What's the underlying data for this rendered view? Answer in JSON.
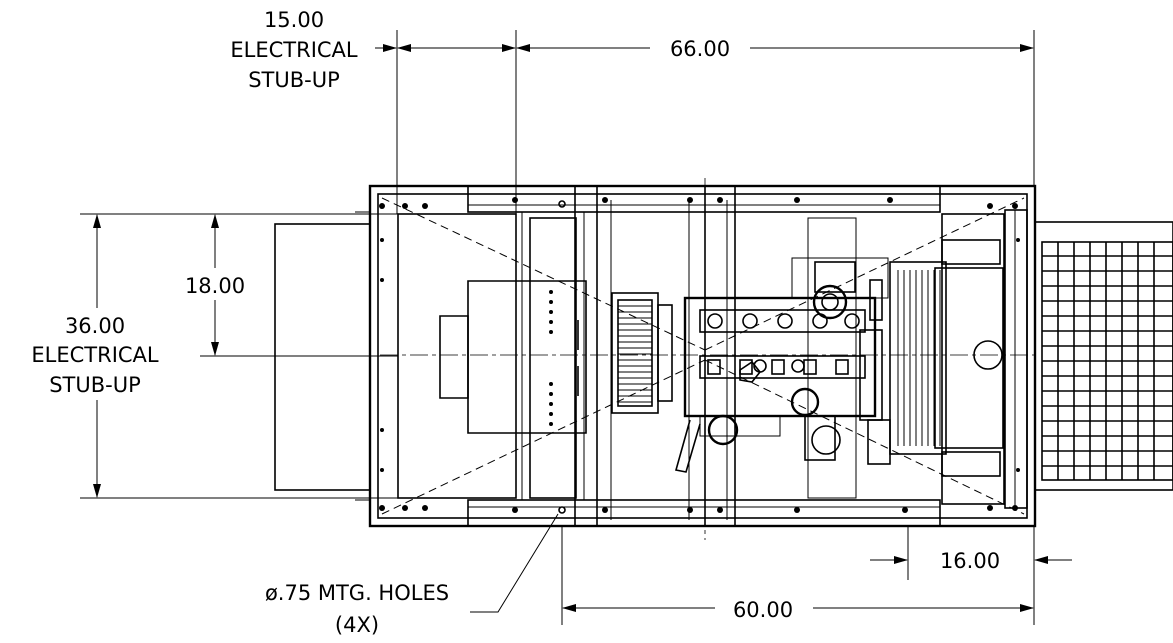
{
  "dimensions": {
    "electrical_stub_top": {
      "value": "15.00",
      "line1": "ELECTRICAL",
      "line2": "STUB-UP"
    },
    "overall_top": {
      "value": "66.00"
    },
    "height_18": {
      "value": "18.00"
    },
    "electrical_stub_side": {
      "value": "36.00",
      "line1": "ELECTRICAL",
      "line2": "STUB-UP"
    },
    "right_offset": {
      "value": "16.00"
    },
    "bottom_span": {
      "value": "60.00"
    }
  },
  "callouts": {
    "mounting_holes": {
      "line1": "ø.75 MTG. HOLES",
      "line2": "(4X)"
    }
  }
}
